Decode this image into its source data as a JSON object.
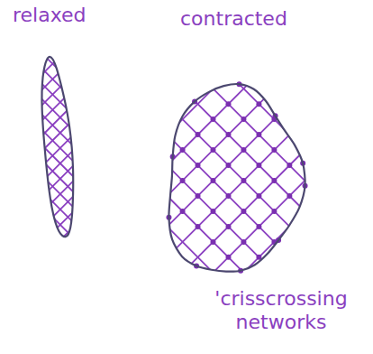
{
  "diagram": {
    "nodes": [
      {
        "text": [
          "relaxed"
        ]
      },
      {
        "text": [
          "contracted"
        ]
      }
    ],
    "labels": [
      "'crisscrossing networks"
    ]
  }
}
